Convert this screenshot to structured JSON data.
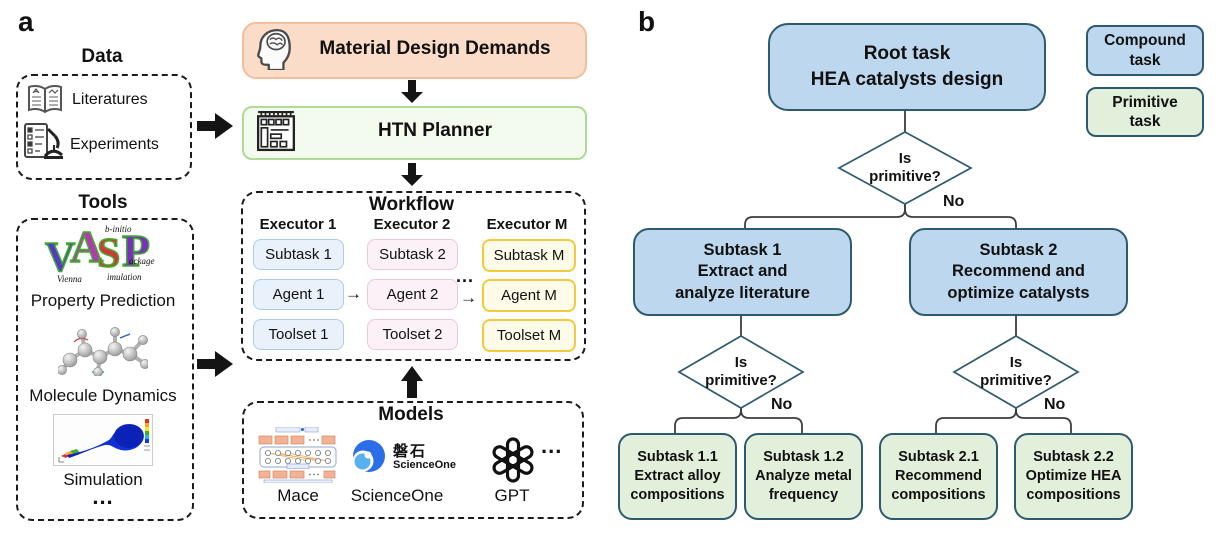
{
  "colors": {
    "compound_fill": "#bdd7ee",
    "compound_border": "#2e5a70",
    "primitive_fill": "#e2efda",
    "primitive_border": "#2e5a70",
    "diamond_fill": "#ffffff",
    "diamond_border": "#2e5a70",
    "demand_fill": "#fbdcc8",
    "demand_border": "#f2bf9d",
    "planner_fill": "#f3faee",
    "planner_border": "#aeda97",
    "exec1_fill": "#e9f2fb",
    "exec1_border": "#a9cce8",
    "exec2_fill": "#fdf1f8",
    "exec2_border": "#edc5df",
    "exec3_fill": "#fefce9",
    "exec3_border": "#f4ca3d",
    "line": "#3d3d3d"
  },
  "panel_a": {
    "label": "a",
    "data_section": {
      "title": "Data",
      "items": [
        {
          "icon": "book-icon",
          "label": "Literatures"
        },
        {
          "icon": "experiments-icon",
          "label": "Experiments"
        }
      ]
    },
    "tools_section": {
      "title": "Tools",
      "tool1_label": "Property Prediction",
      "tool2_label": "Molecule Dynamics",
      "tool3_label": "Simulation",
      "ellipsis": "...",
      "vasp": {
        "v": "V",
        "a": "A",
        "s": "S",
        "p": "P",
        "small_top": "b-initio",
        "small_left": "Vienna",
        "small_right": "ackage",
        "small_bottom": "imulation"
      }
    },
    "demands_box": {
      "label": "Material Design Demands"
    },
    "planner_box": {
      "label": "HTN Planner"
    },
    "workflow": {
      "title": "Workflow",
      "arrow_glyph": "→",
      "ellipsis": "...",
      "executors": [
        {
          "title": "Executor 1",
          "boxes": [
            "Subtask 1",
            "Agent 1",
            "Toolset 1"
          ]
        },
        {
          "title": "Executor 2",
          "boxes": [
            "Subtask 2",
            "Agent 2",
            "Toolset 2"
          ]
        },
        {
          "title": "Executor M",
          "boxes": [
            "Subtask M",
            "Agent M",
            "Toolset M"
          ]
        }
      ]
    },
    "models": {
      "title": "Models",
      "ellipsis": "...",
      "items": [
        {
          "label": "Mace"
        },
        {
          "label": "ScienceOne",
          "logo_cn": "磐石",
          "logo_en": "ScienceOne"
        },
        {
          "label": "GPT"
        }
      ]
    }
  },
  "panel_b": {
    "label": "b",
    "root": {
      "line1": "Root task",
      "line2": "HEA catalysts design"
    },
    "no_label": "No",
    "diamonds": [
      {
        "line1": "Is",
        "line2": "primitive?"
      },
      {
        "line1": "Is",
        "line2": "primitive?"
      },
      {
        "line1": "Is",
        "line2": "primitive?"
      }
    ],
    "subtasks": [
      {
        "line1": "Subtask 1",
        "line2": "Extract and",
        "line3": "analyze literature"
      },
      {
        "line1": "Subtask 2",
        "line2": "Recommend and",
        "line3": "optimize catalysts"
      }
    ],
    "leaves": [
      {
        "line1": "Subtask 1.1",
        "line2": "Extract alloy",
        "line3": "compositions"
      },
      {
        "line1": "Subtask 1.2",
        "line2": "Analyze metal",
        "line3": "frequency"
      },
      {
        "line1": "Subtask 2.1",
        "line2": "Recommend",
        "line3": "compositions"
      },
      {
        "line1": "Subtask 2.2",
        "line2": "Optimize HEA",
        "line3": "compositions"
      }
    ],
    "legend": {
      "compound": {
        "line1": "Compound",
        "line2": "task"
      },
      "primitive": {
        "line1": "Primitive",
        "line2": "task"
      }
    }
  }
}
